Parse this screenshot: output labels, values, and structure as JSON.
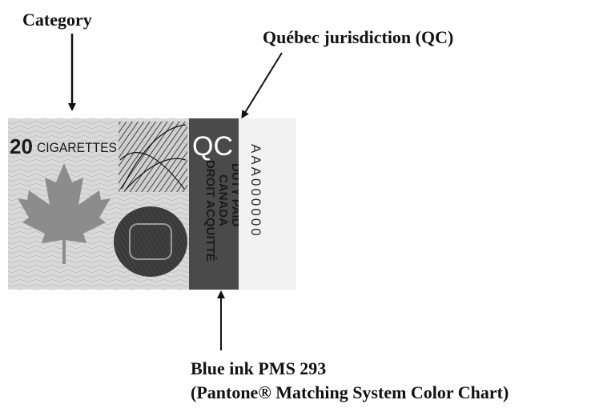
{
  "callouts": {
    "category": "Category",
    "jurisdiction": "Québec jurisdiction (QC)",
    "ink_line1": "Blue ink PMS 293",
    "ink_line2": "(Pantone® Matching System Color Chart)"
  },
  "stamp": {
    "category_number": "20",
    "category_word": "CIGARETTES",
    "jurisdiction_code": "QC",
    "vertical_lines": [
      "DUTY PAID",
      "CANADA",
      "DROIT ACQUITTÉ"
    ],
    "serial": "AAA000000",
    "colors": {
      "ink_panel": "#4a4a4a",
      "leaf": "#8c8c8c",
      "background": "#d9d9d9",
      "text": "#1a1a1a"
    }
  }
}
